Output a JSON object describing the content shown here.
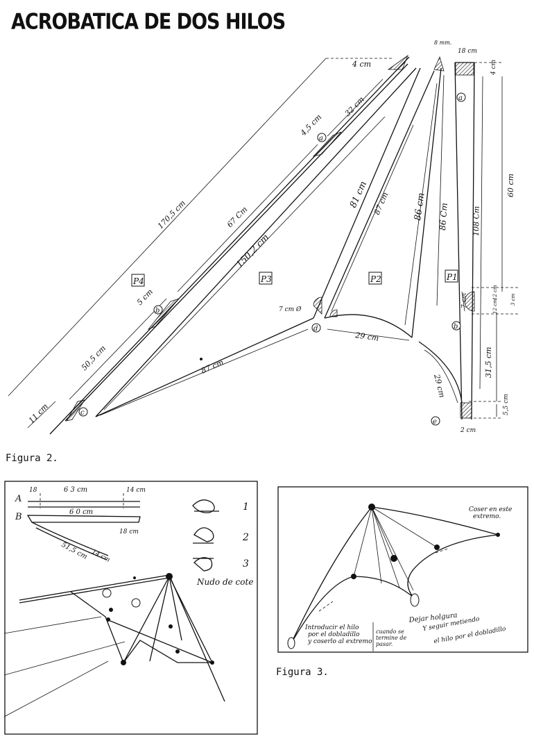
{
  "title": "ACROBATICA DE DOS HILOS",
  "figure2": {
    "caption": "Figura 2.",
    "panels": [
      "P4",
      "P3",
      "P2",
      "P1"
    ],
    "points": [
      "a",
      "b",
      "c",
      "d",
      "e"
    ],
    "dims": {
      "p4_total": "170,5 cm",
      "p4_upper": "67 Cm",
      "p4_lower": "50,5 cm",
      "p4_end": "11 cm",
      "p4_top": "4 cm",
      "p4_mid_top": "32 cm",
      "p4_mid": "4,5 cm",
      "p4_b": "5 cm",
      "p3_long": "150,2 cm",
      "p3_bottom": "87 cm",
      "p2_a": "81 cm",
      "p2_b": "87 cm",
      "p2_c": "86 cm",
      "p2_arc": "29 cm",
      "p2_circle": "7 cm Ø",
      "p1_86": "86 Cm",
      "p1_108": "108 Cm",
      "p1_60": "60 cm",
      "p1_top": "8 mm.",
      "p1_w": "18 cm",
      "p1_4": "4 cm",
      "p1_arc": "29 cm",
      "p1_31": "31,5 cm",
      "p1_55": "5,5 cm",
      "p1_2": "2 cm",
      "p1_7": "7 cm",
      "p1_12a": "12 cm",
      "p1_12b": "12 cm",
      "p1_3": "3 cm"
    }
  },
  "figure_left": {
    "labels": {
      "A": "A",
      "B": "B",
      "one": "1",
      "two": "2",
      "three": "3"
    },
    "a_dims": [
      "18",
      "6 3 cm",
      "14 cm"
    ],
    "b_dims": [
      "6 0 cm",
      "18 cm",
      "51,5 cm",
      "14 cm"
    ],
    "knot_label": "Nudo de cote"
  },
  "figure3": {
    "caption": "Figura 3.",
    "note_right": [
      "Coser en este",
      "extremo."
    ],
    "note_left": [
      "Introducir el hilo",
      "por el dobladillo",
      "y coserlo al extremo"
    ],
    "note_mid": [
      "cuando se",
      "termine de",
      "pasar."
    ],
    "note_slack": [
      "Dejar holgura",
      "Y seguir metiendo",
      "el hilo por el dobladillo"
    ]
  }
}
